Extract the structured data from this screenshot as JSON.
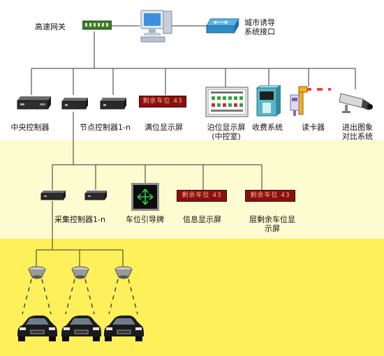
{
  "top": {
    "gateway": "高速网关",
    "guidance": [
      "城市诱导",
      "系统接口"
    ]
  },
  "row1": [
    {
      "key": "central",
      "label": [
        "中央控制器"
      ]
    },
    {
      "key": "node",
      "label": [
        "节点控制器1-n"
      ]
    },
    {
      "key": "full",
      "label": [
        "满位显示屏"
      ]
    },
    {
      "key": "berth",
      "label": [
        "泊位显示屏",
        "(中控室)"
      ]
    },
    {
      "key": "toll",
      "label": [
        "收费系统"
      ]
    },
    {
      "key": "reader",
      "label": [
        "读卡器"
      ]
    },
    {
      "key": "compare",
      "label": [
        "进出图象",
        "对比系统"
      ]
    }
  ],
  "row2": [
    {
      "key": "collect",
      "label": [
        "采集控制器1-n"
      ]
    },
    {
      "key": "guide-sign",
      "label": [
        "车位引导牌"
      ]
    },
    {
      "key": "info",
      "label": [
        "信息显示屏"
      ]
    },
    {
      "key": "floor",
      "label": [
        "层剩余车位显",
        "示屏"
      ]
    }
  ],
  "led_text": "剩余车位 43",
  "colors": {
    "band_mid": "#fdfbd0",
    "band_low": "#fdf05a",
    "led_red": "#8a1010",
    "led_text": "#ffb090",
    "wire": "#333333"
  }
}
